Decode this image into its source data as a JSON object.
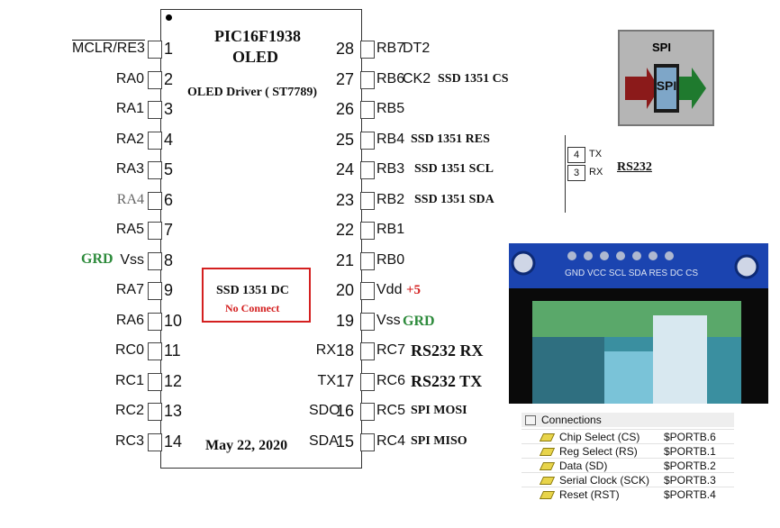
{
  "chip": {
    "title": "PIC16F1938",
    "subtitle": "OLED",
    "driver": "OLED Driver ( ST7789)",
    "date": "May 22, 2020",
    "nc_label": "SSD 1351  DC",
    "nc_note": "No Connect"
  },
  "left_pins": [
    {
      "name": "MCLR/RE3",
      "num": "1"
    },
    {
      "name": "RA0",
      "num": "2"
    },
    {
      "name": "RA1",
      "num": "3"
    },
    {
      "name": "RA2",
      "num": "4"
    },
    {
      "name": "RA3",
      "num": "5"
    },
    {
      "name": "RA4",
      "num": "6"
    },
    {
      "name": "RA5",
      "num": "7"
    },
    {
      "name": "Vss",
      "num": "8"
    },
    {
      "name": "RA7",
      "num": "9"
    },
    {
      "name": "RA6",
      "num": "10"
    },
    {
      "name": "RC0",
      "num": "11"
    },
    {
      "name": "RC1",
      "num": "12"
    },
    {
      "name": "RC2",
      "num": "13"
    },
    {
      "name": "RC3",
      "num": "14"
    }
  ],
  "right_pins": [
    {
      "name": "RB7",
      "num": "28",
      "extra": "DT2"
    },
    {
      "name": "RB6",
      "num": "27",
      "extra": "CK2"
    },
    {
      "name": "RB5",
      "num": "26",
      "extra": ""
    },
    {
      "name": "RB4",
      "num": "25",
      "extra": ""
    },
    {
      "name": "RB3",
      "num": "24",
      "extra": ""
    },
    {
      "name": "RB2",
      "num": "23",
      "extra": ""
    },
    {
      "name": "RB1",
      "num": "22",
      "extra": ""
    },
    {
      "name": "RB0",
      "num": "21",
      "extra": ""
    },
    {
      "name": "Vdd",
      "num": "20",
      "extra": ""
    },
    {
      "name": "Vss",
      "num": "19",
      "extra": ""
    },
    {
      "name": "RC7",
      "num": "18",
      "extra": "RX"
    },
    {
      "name": "RC6",
      "num": "17",
      "extra": "TX"
    },
    {
      "name": "RC5",
      "num": "16",
      "extra": "SDO"
    },
    {
      "name": "RC4",
      "num": "15",
      "extra": "SDA"
    }
  ],
  "left_labels": {
    "grd": "GRD"
  },
  "right_labels": [
    {
      "pin": "27",
      "text": "SSD 1351   CS"
    },
    {
      "pin": "25",
      "text": "SSD 1351  RES"
    },
    {
      "pin": "24",
      "text": "SSD 1351  SCL"
    },
    {
      "pin": "23",
      "text": "SSD 1351   SDA"
    },
    {
      "pin": "20",
      "text": "+5"
    },
    {
      "pin": "19",
      "text": "GRD"
    },
    {
      "pin": "18",
      "text": "RS232 RX"
    },
    {
      "pin": "17",
      "text": "RS232 TX"
    },
    {
      "pin": "16",
      "text": "SPI MOSI"
    },
    {
      "pin": "15",
      "text": "SPI MISO"
    }
  ],
  "spi_icon": {
    "label": "SPI",
    "chip_text": "SPI",
    "colors": {
      "in": "#8b1a1a",
      "out": "#1f7a2e",
      "body": "#7ea6c8"
    }
  },
  "rs232": {
    "pins": [
      {
        "num": "4",
        "name": "TX"
      },
      {
        "num": "3",
        "name": "RX"
      }
    ],
    "label": "RS232"
  },
  "display": {
    "header_pins": "GND VCC SCL SDA RES  DC CS"
  },
  "connections": {
    "title": "Connections",
    "rows": [
      {
        "name": "Chip Select (CS)",
        "value": "$PORTB.6"
      },
      {
        "name": "Reg Select (RS)",
        "value": "$PORTB.1"
      },
      {
        "name": "Data (SD)",
        "value": "$PORTB.2"
      },
      {
        "name": "Serial Clock (SCK)",
        "value": "$PORTB.3"
      },
      {
        "name": "Reset (RST)",
        "value": "$PORTB.4"
      }
    ]
  }
}
